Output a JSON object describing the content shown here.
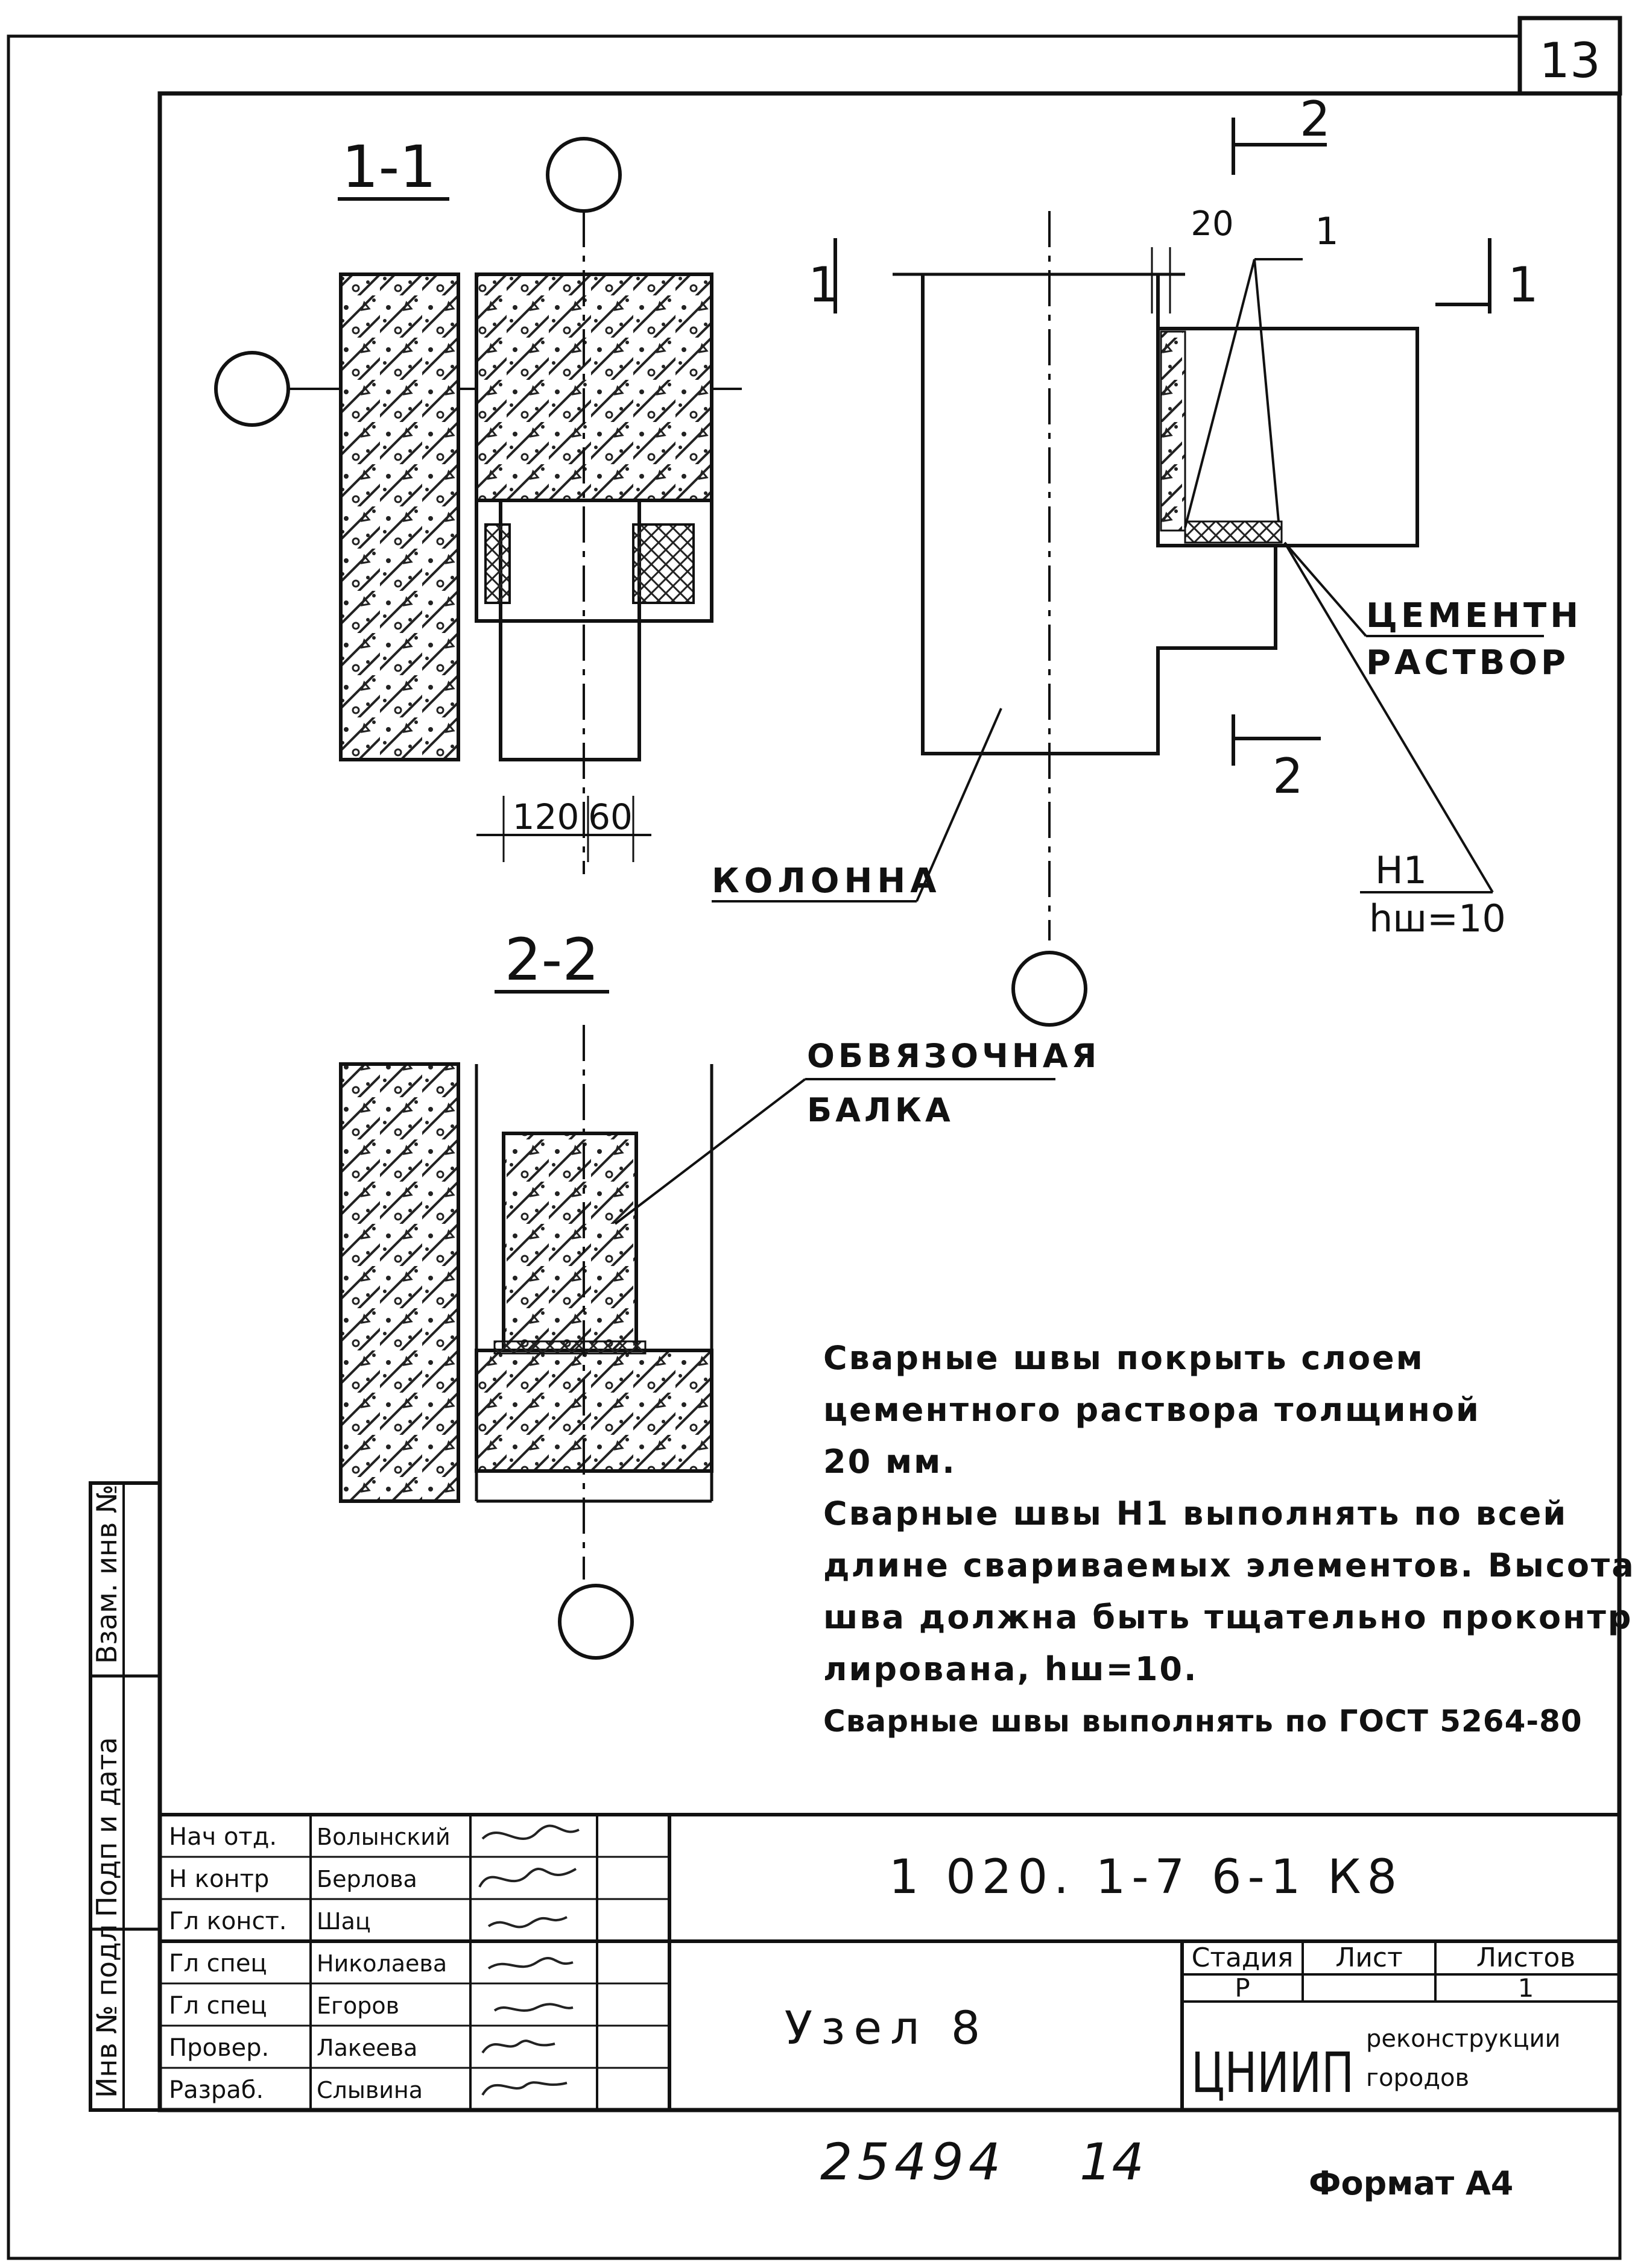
{
  "sheet_number": "13",
  "section_1_1": "1-1",
  "section_2_2": "2-2",
  "section_mark_1": "1",
  "section_mark_2": "2",
  "dim_120": "120",
  "dim_60": "60",
  "dim_20": "20",
  "callout_1": "1",
  "label_cement_1": "ЦЕМЕНТН",
  "label_cement_2": "РАСТВОР",
  "label_column": "КОЛОННА",
  "weld_mark": "Н1",
  "weld_height": "hш=10",
  "label_beam_1": "ОБВЯЗОЧНАЯ",
  "label_beam_2": "БАЛКА",
  "notes": [
    "Сварные швы покрыть слоем",
    "цементного раствора толщиной",
    "20 мм.",
    "Сварные швы Н1 выполнять по всей",
    "длине свариваемых элементов. Высота",
    "шва должна быть тщательно проконтро-",
    "лирована, hш=10.",
    "Сварные швы выполнять по ГОСТ 5264-80"
  ],
  "side_stamp": [
    "Инв № подл",
    "Подп и дата",
    "Взам. инв №"
  ],
  "title_block": {
    "roles": [
      "Нач отд.",
      "Н контр",
      "Гл конст.",
      "Гл спец",
      "Гл спец",
      "Провер.",
      "Разраб."
    ],
    "names": [
      "Волынский",
      "Берлова",
      "Шац",
      "Николаева",
      "Егоров",
      "Лакеева",
      "Слывина"
    ],
    "doc_code": "1 020. 1-7 6-1 К8",
    "title": "Узел 8",
    "stage_header": "Стадия",
    "sheet_header": "Лист",
    "sheets_header": "Листов",
    "stage": "Р",
    "sheet": "",
    "sheets": "1",
    "org_logo": "ЦНИИП",
    "org_line1": "реконструкции",
    "org_line2": "городов"
  },
  "footer_number": "25494",
  "footer_page": "14",
  "format": "Формат А4"
}
